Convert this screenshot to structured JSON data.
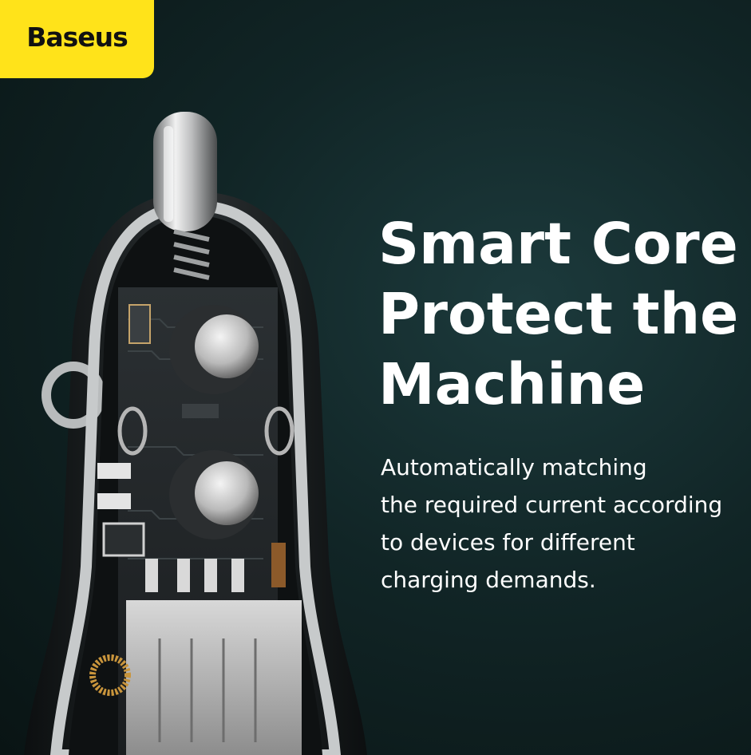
{
  "brand": {
    "name": "Baseus",
    "accent_color": "#ffe31a"
  },
  "headline": {
    "lines": [
      "Smart Core",
      "Protect the",
      "Machine"
    ]
  },
  "description": {
    "lines": [
      "Automatically matching",
      "the required current according",
      "to devices for different",
      "charging demands."
    ]
  },
  "product_image": {
    "icon": "car-charger-cutaway-illustration"
  },
  "colors": {
    "background": "#112526",
    "text": "#ffffff"
  }
}
